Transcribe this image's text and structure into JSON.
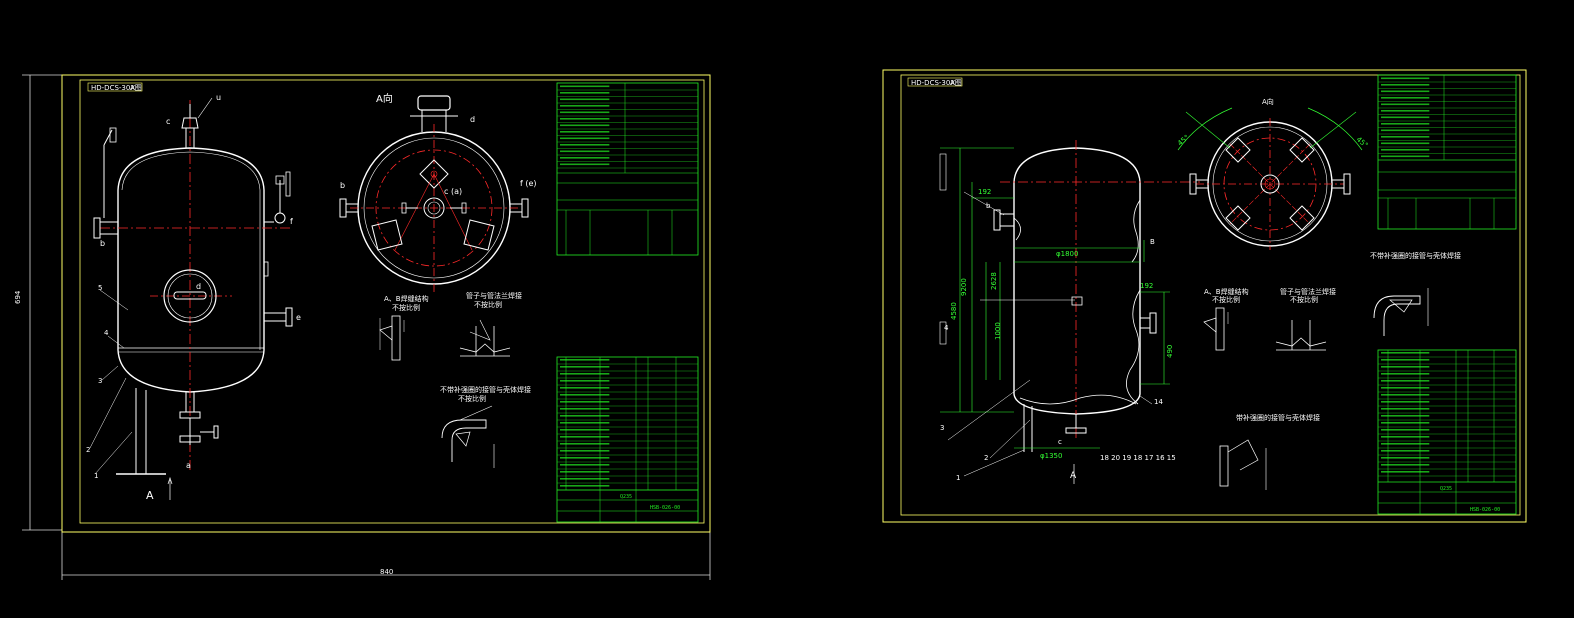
{
  "sheet1": {
    "title_tag": "HD-DCS-30X",
    "title_tag2": "A图",
    "view_label": "A向",
    "dim_height": "694",
    "dim_width": "840",
    "labels": {
      "u": "u",
      "c": "c",
      "b": "b",
      "f": "f",
      "d": "d",
      "e": "e",
      "a": "a",
      "n1": "1",
      "n2": "2",
      "n3": "3",
      "n4": "4",
      "n5": "5",
      "A_arrow": "A",
      "view_b": "b",
      "view_d": "d",
      "view_ca": "c (a)",
      "view_fe": "f (e)"
    },
    "details": {
      "d1_title": "A、B焊缝结构",
      "d1_sub": "不按比例",
      "d2_title": "管子与管法兰焊接",
      "d2_sub": "不按比例",
      "d3_title": "不带补强圈的接管与壳体焊接",
      "d3_sub": "不按比例"
    },
    "title_block": {
      "drawing_no": "HSB-026-00",
      "material": "Q235"
    }
  },
  "sheet2": {
    "title_tag": "HD-DCS-30X",
    "title_tag2": "A图",
    "view_label": "A向",
    "dims": {
      "d192a": "192",
      "d1800": "φ1800",
      "d2628": "2628",
      "d9200": "9200",
      "d4580": "4580",
      "d1000": "1000",
      "d192b": "192",
      "d490": "490",
      "d1350": "φ1350",
      "angle1": "45°",
      "angle2": "45°"
    },
    "labels": {
      "b": "b",
      "B": "B",
      "c": "c",
      "A_arrow": "A",
      "n1": "1",
      "n2": "2",
      "n3": "3",
      "n4": "4",
      "n14": "14",
      "bottom_nums": "18 20 19 18 17 16 15"
    },
    "details": {
      "d1_title": "A、B焊缝结构",
      "d1_sub": "不按比例",
      "d2_title": "管子与管法兰焊接",
      "d2_sub": "不按比例",
      "d3_title": "不带补强圈的接管与壳体焊接",
      "d4_title": "带补强圈的接管与壳体焊接"
    },
    "title_block": {
      "drawing_no": "HSB-026-00",
      "material": "Q235"
    }
  },
  "colors": {
    "background": "#000000",
    "frame": "#ffff66",
    "outline": "#ffffff",
    "centerline": "#ff2a2a",
    "dimension": "#33ff33",
    "table": "#22ee22",
    "annotation": "#00ffff"
  }
}
